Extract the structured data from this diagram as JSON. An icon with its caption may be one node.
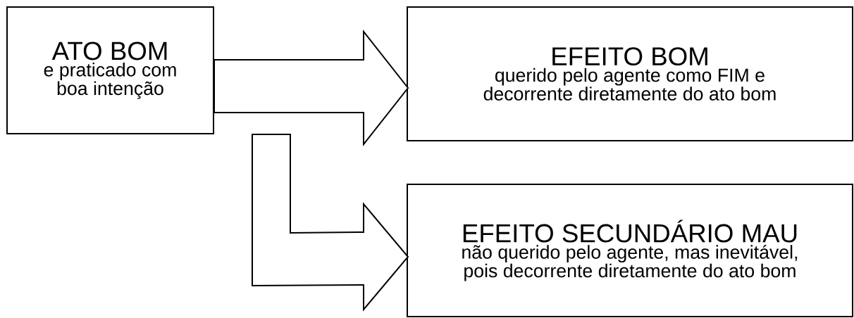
{
  "diagram": {
    "nodes": [
      {
        "text": [
          "ATO BOM",
          "e praticado com boa intenção"
        ]
      },
      {
        "text": [
          "EFEITO BOM",
          "querido pelo agente como FIM e decorrente diretamente do ato bom"
        ]
      },
      {
        "text": [
          "EFEITO SECUNDÁRIO MAU",
          "não querido pelo agente, mas inevitável, pois decorrente diretamente do ato bom"
        ]
      }
    ],
    "edges": [
      {
        "from": 0,
        "to": 1,
        "arrow": "to"
      },
      {
        "from": 0,
        "to": 2,
        "arrow": "to"
      }
    ]
  }
}
